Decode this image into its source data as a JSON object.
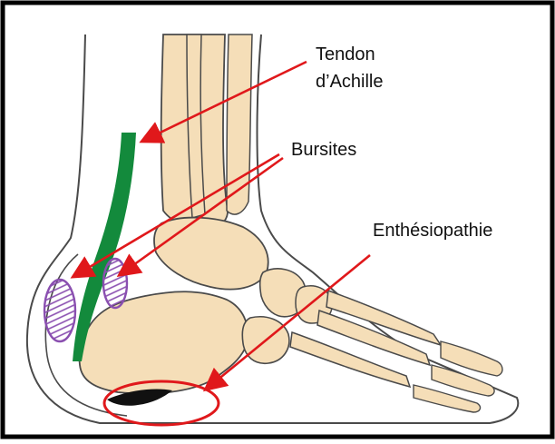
{
  "labels": {
    "tendon_line1": "Tendon",
    "tendon_line2": "d’Achille",
    "bursites": "Bursites",
    "enthesiopathie": "Enthésiopathie"
  },
  "colors": {
    "bone": "#f5deb8",
    "outline": "#4a4a4a",
    "tendon": "#138a3c",
    "bursa": "#8a4fb0",
    "arrow": "#e0181b",
    "enthesis": "#111111",
    "border": "#000000"
  }
}
